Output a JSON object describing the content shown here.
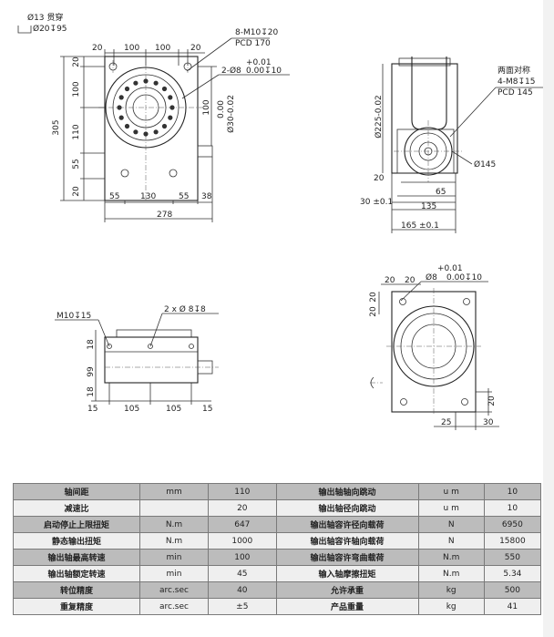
{
  "front_view": {
    "bore_note": "Ø13 贯穿",
    "bore_note2": "Ø20↧95",
    "tap_note": "8-M10↧20",
    "pcd": "PCD 170",
    "tol_plus": "+0.01",
    "pin_note": "2-Ø8",
    "pin_tol": "0.00↧10",
    "top_dims": [
      "20",
      "100",
      "100",
      "20"
    ],
    "left_dims": [
      "20",
      "100",
      "110",
      "55",
      "20"
    ],
    "total_height": "305",
    "shaft_dims": [
      "100",
      "0.00",
      "Ø30-0.02"
    ],
    "bottom_dims": [
      "55",
      "130",
      "55",
      "38"
    ],
    "total_width": "278"
  },
  "side_view": {
    "pattern_note": "两面对称",
    "tap_note": "4-M8↧15",
    "pcd": "PCD 145",
    "dia_225": "Ø225-0.02",
    "dia_145": "Ø145",
    "dims": [
      "20",
      "65",
      "30 ±0.1",
      "135",
      "165 ±0.1"
    ]
  },
  "top_view": {
    "tap_note": "M10↧15",
    "pin_note": "2 x Ø 8↧8",
    "left_dims": [
      "18",
      "99",
      "18"
    ],
    "bottom_dims": [
      "15",
      "105",
      "105",
      "15"
    ]
  },
  "bottom_view": {
    "tol_plus": "+0.01",
    "pin_note": "Ø8",
    "pin_tol": "0.00↧10",
    "top_dims": [
      "20",
      "20"
    ],
    "left_dims": [
      "20",
      "20"
    ],
    "right_dim": "20",
    "bottom_dims": [
      "25",
      "30"
    ]
  },
  "spec_table": [
    [
      "轴间距",
      "mm",
      "110",
      "输出轴轴向跳动",
      "u m",
      "10"
    ],
    [
      "减速比",
      "",
      "20",
      "输出轴径向跳动",
      "u m",
      "10"
    ],
    [
      "启动停止上限扭矩",
      "N.m",
      "647",
      "输出轴容许径向载荷",
      "N",
      "6950"
    ],
    [
      "静态输出扭矩",
      "N.m",
      "1000",
      "输出轴容许轴向载荷",
      "N",
      "15800"
    ],
    [
      "输出轴最高转速",
      "min",
      "100",
      "输出轴容许弯曲载荷",
      "N.m",
      "550"
    ],
    [
      "输出轴额定转速",
      "min",
      "45",
      "输入轴摩擦扭矩",
      "N.m",
      "5.34"
    ],
    [
      "转位精度",
      "arc.sec",
      "40",
      "允许承重",
      "kg",
      "500"
    ],
    [
      "重复精度",
      "arc.sec",
      "±5",
      "产品重量",
      "kg",
      "41"
    ]
  ]
}
